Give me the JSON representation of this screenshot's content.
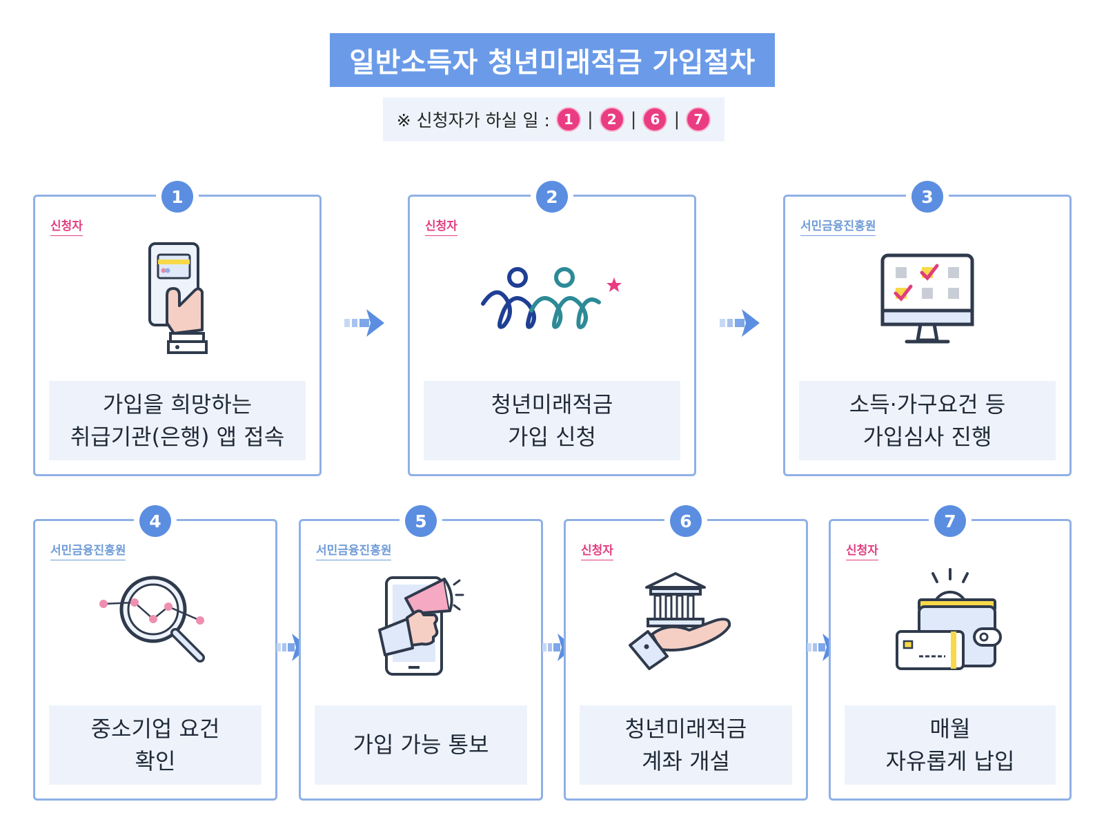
{
  "title": "일반소득자 청년미래적금 가입절차",
  "note": {
    "prefix": "※ 신청자가 하실 일 :",
    "steps": [
      "1",
      "2",
      "6",
      "7"
    ],
    "separator": "|"
  },
  "colors": {
    "title_bg": "#6b9be8",
    "card_border": "#8fb0e6",
    "badge": "#5b8ee0",
    "applicant": "#e03d7f",
    "agency": "#6f9bd6",
    "highlight_pill": "#ea3c82",
    "desc_bg": "#eef3fb"
  },
  "cards": [
    {
      "num": "1",
      "role": "신청자",
      "role_type": "applicant",
      "icon": "phone-card-hand-icon",
      "lines": [
        "가입을 희망하는",
        "취급기관(은행) 앱 접속"
      ]
    },
    {
      "num": "2",
      "role": "신청자",
      "role_type": "applicant",
      "icon": "youth-future-logo-icon",
      "lines": [
        "청년미래적금",
        "가입 신청"
      ]
    },
    {
      "num": "3",
      "role": "서민금융진흥원",
      "role_type": "agency",
      "icon": "monitor-checklist-icon",
      "lines": [
        "소득·가구요건 등",
        "가입심사 진행"
      ]
    },
    {
      "num": "4",
      "role": "서민금융진흥원",
      "role_type": "agency",
      "icon": "magnifier-chart-icon",
      "lines": [
        "중소기업 요건",
        "확인"
      ]
    },
    {
      "num": "5",
      "role": "서민금융진흥원",
      "role_type": "agency",
      "icon": "megaphone-phone-icon",
      "lines": [
        "가입 가능 통보"
      ]
    },
    {
      "num": "6",
      "role": "신청자",
      "role_type": "applicant",
      "icon": "bank-hand-icon",
      "lines": [
        "청년미래적금",
        "계좌 개설"
      ]
    },
    {
      "num": "7",
      "role": "신청자",
      "role_type": "applicant",
      "icon": "wallet-coin-card-icon",
      "lines": [
        "매월",
        "자유롭게 납입"
      ]
    }
  ]
}
